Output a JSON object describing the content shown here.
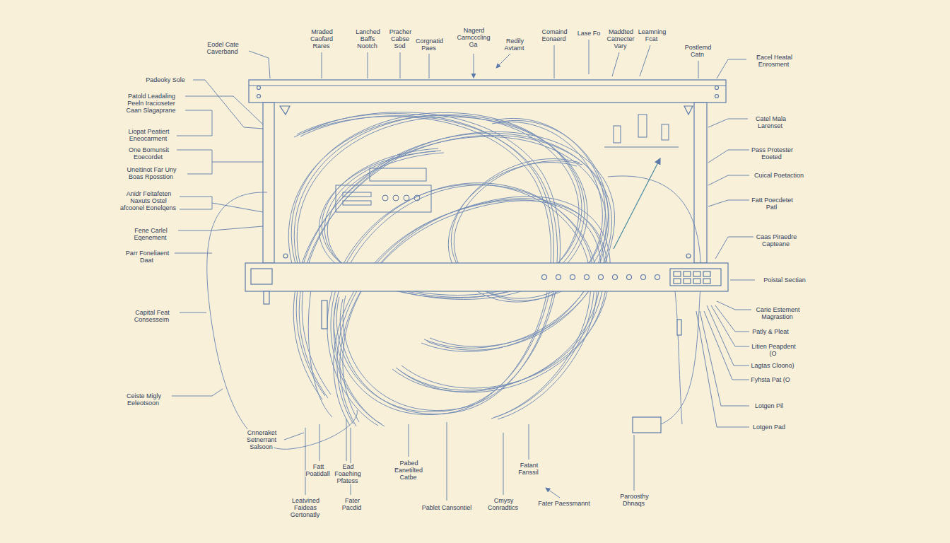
{
  "diagram": {
    "labels": [
      "Eodel Cate Caverband",
      "Mraded Caofard Rares",
      "Lanched Baffs Nootch",
      "Pracher Cabse Sod",
      "Corgnatid Paes",
      "Nagerd Carncccling Ga",
      "Redily Avtamt",
      "Comaind Eonaerd",
      "Lase Fo",
      "Maddted Catnecter Vary",
      "Leamning Fcat",
      "Postlemd Catn",
      "Eacel Heatal Enrosment",
      "Padeoky Sole",
      "Patold Leadaling Peeln Iracioseter Caan Slagaprane",
      "Liopat Peatiert Eneocarment",
      "One Bomunsit Eoecordet",
      "Uneitinot Far Uny Boas Rposstion",
      "Anidr Feitafeten Naxuts Ostel afcoonel Eonelqens",
      "Fene Carlel Eqenement",
      "Parr Foneliaent Daat",
      "Capital Feat Consesseim",
      "Ceiste Migly Eeleotsoon",
      "Catel Mala Larenset",
      "Pass Protester Eoeted",
      "Cuical Poetaction",
      "Fatt Poecdetet Patl",
      "Caas Piraedre Capteane",
      "Poistal Sectian",
      "Carie Estement Magrastion",
      "Patly & Pleat",
      "Litien Peapdent (O",
      "Lagtas Cloono)",
      "Fyhsta Pat (O",
      "Lotgen Pil",
      "Lotgen Pad",
      "Cnneraket Setnerrant Salsoon",
      "Fatt Poatidall",
      "Ead Foaehing Pfatess",
      "Leatvined Faideas Gertonatly",
      "Fater Pacdid",
      "Pabed Eanetilted Catbe",
      "Pablet Cansontiel",
      "Fatant Fanssil",
      "Cmysy Conradtics",
      "Fater Paessmannt",
      "Paroosthy Dhnaqs"
    ]
  }
}
